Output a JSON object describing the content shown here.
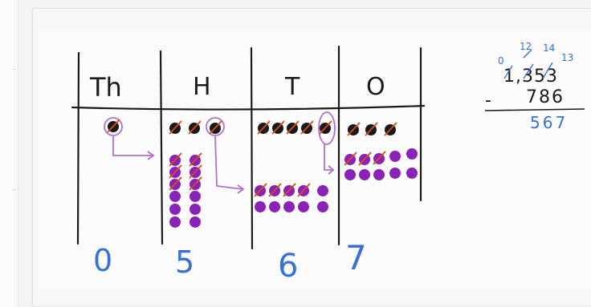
{
  "board": {
    "columns": [
      {
        "header": "Th",
        "answer_digit": "0"
      },
      {
        "header": "H",
        "answer_digit": "5"
      },
      {
        "header": "T",
        "answer_digit": "6"
      },
      {
        "header": "O",
        "answer_digit": "7"
      }
    ],
    "written_problem": {
      "regroup_marks": [
        "0",
        "12",
        "14",
        "13"
      ],
      "minuend": "1,353",
      "subtrahend_operator": "-",
      "subtrahend": "786",
      "difference": "567"
    }
  },
  "colors": {
    "ink": "#1a1a1a",
    "digits": "#3a6fd8",
    "counters": "#8a22b8",
    "strike": "#d84a1a",
    "arrow": "#b070d0"
  }
}
